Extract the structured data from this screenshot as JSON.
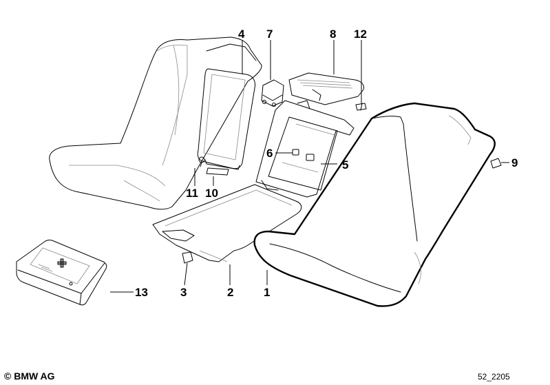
{
  "callouts": {
    "c1": "1",
    "c2": "2",
    "c3": "3",
    "c4": "4",
    "c5": "5",
    "c6": "6",
    "c7": "7",
    "c8": "8",
    "c9": "9",
    "c10": "10",
    "c11": "11",
    "c12": "12",
    "c13": "13"
  },
  "footer": {
    "copyright": "© BMW AG",
    "diagram_code": "52_2205"
  }
}
